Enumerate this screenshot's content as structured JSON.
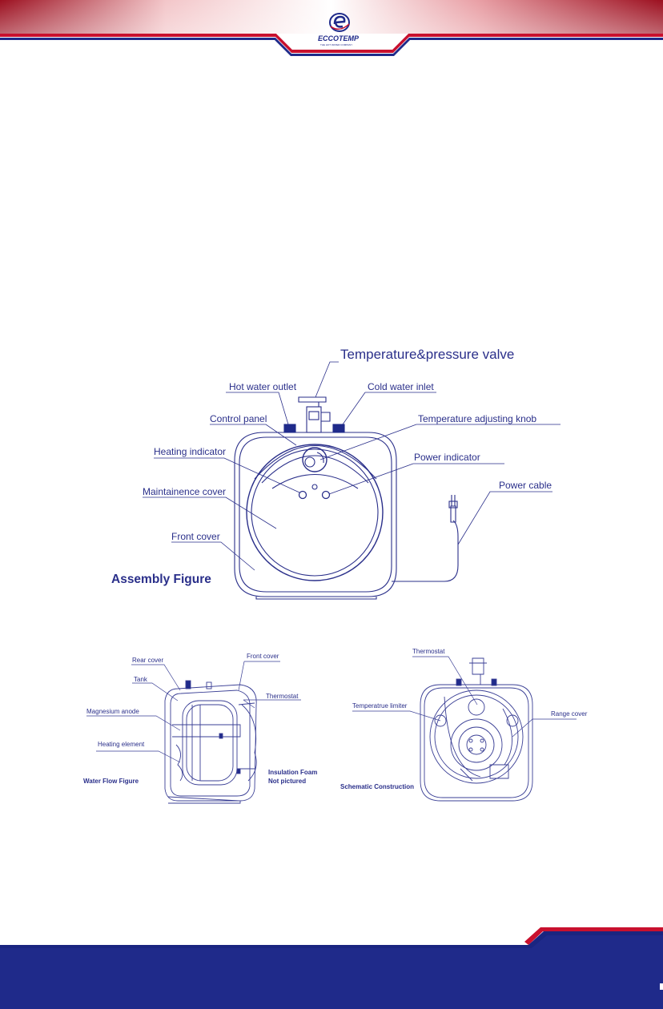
{
  "header": {
    "logo_name": "ECCOTEMP",
    "logo_tagline": "THE HOT WATER COMPANY",
    "colors": {
      "red": "#c8102e",
      "blue": "#1f2a8a",
      "dark_blue": "#1a2580"
    }
  },
  "assembly": {
    "title": "Assembly Figure",
    "labels": {
      "tp_valve": "Temperature&pressure valve",
      "hot_outlet": "Hot water outlet",
      "cold_inlet": "Cold water inlet",
      "control_panel": "Control panel",
      "temp_knob": "Temperature adjusting knob",
      "heating_indicator": "Heating indicator",
      "power_indicator": "Power indicator",
      "maint_cover": "Maintainence cover",
      "power_cable": "Power cable",
      "front_cover": "Front cover"
    }
  },
  "water_flow": {
    "title": "Water Flow Figure",
    "note_line1": "Insulation Foam",
    "note_line2": "Not pictured",
    "labels": {
      "rear_cover": "Rear cover",
      "front_cover": "Front cover",
      "tank": "Tank",
      "thermostat": "Thermostat",
      "magnesium_anode": "Magnesium anode",
      "heating_element": "Heating element"
    }
  },
  "schematic": {
    "title": "Schematic Construction",
    "labels": {
      "thermostat": "Thermostat",
      "temp_limiter": "Temperatrue limiter",
      "range_cover": "Range cover"
    }
  }
}
